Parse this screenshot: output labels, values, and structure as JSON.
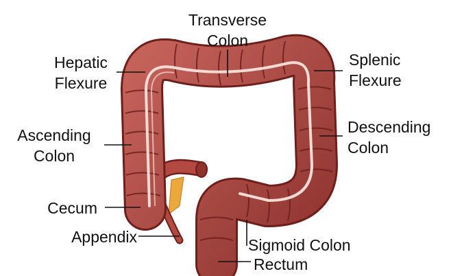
{
  "labels": {
    "transverse": [
      "Transverse",
      "Colon"
    ],
    "hepatic": [
      "Hepatic",
      "Flexure"
    ],
    "splenic": [
      "Splenic",
      "Flexure"
    ],
    "ascending": [
      "Ascending",
      "Colon"
    ],
    "descending": [
      "Descending",
      "Colon"
    ],
    "cecum": "Cecum",
    "appendix": "Appendix",
    "sigmoid": "Sigmoid Colon",
    "rectum": "Rectum"
  },
  "colors": {
    "tissue": "#a9423c",
    "tissue_dark": "#6e1f1c",
    "tissue_light": "#c76a5f",
    "lumen_line": "#f3dad4",
    "fat": "#eba93c",
    "leader": "#111111"
  }
}
